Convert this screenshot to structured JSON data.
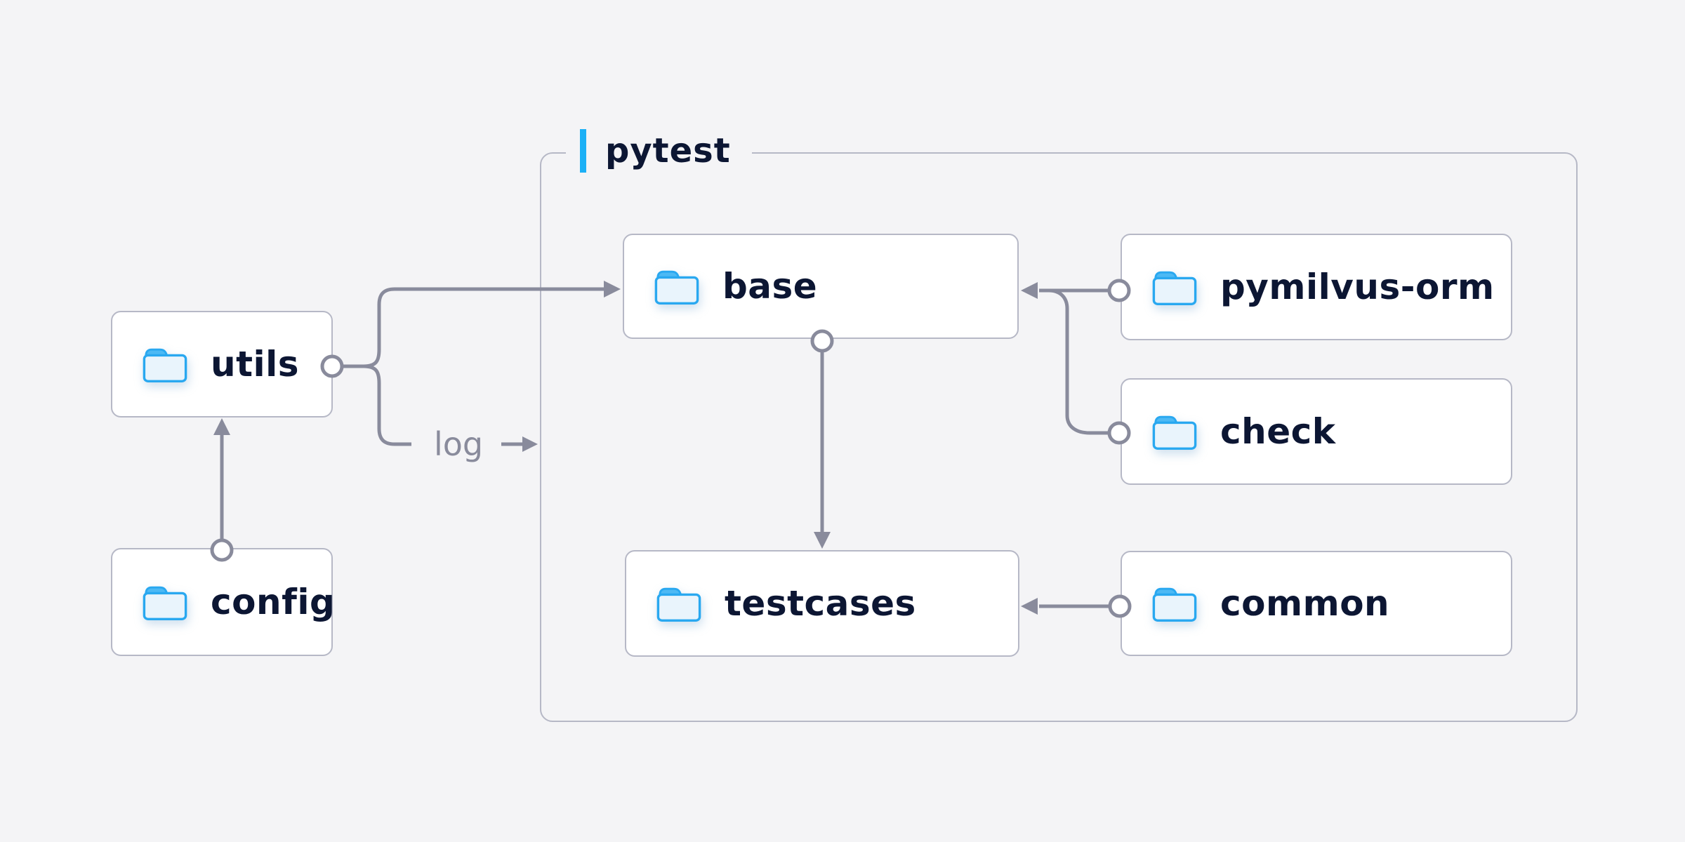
{
  "diagram": {
    "group": {
      "label": "pytest"
    },
    "nodes": [
      {
        "id": "utils",
        "label": "utils",
        "icon": "folder-icon"
      },
      {
        "id": "config",
        "label": "config",
        "icon": "folder-icon"
      },
      {
        "id": "base",
        "label": "base",
        "icon": "folder-icon"
      },
      {
        "id": "pymilvus-orm",
        "label": "pymilvus-orm",
        "icon": "folder-icon"
      },
      {
        "id": "check",
        "label": "check",
        "icon": "folder-icon"
      },
      {
        "id": "testcases",
        "label": "testcases",
        "icon": "folder-icon"
      },
      {
        "id": "common",
        "label": "common",
        "icon": "folder-icon"
      }
    ],
    "edge_label": "log",
    "edges": [
      {
        "from": "config",
        "to": "utils"
      },
      {
        "from": "utils",
        "to": "base"
      },
      {
        "from": "utils",
        "to": "pytest-group",
        "label": "log"
      },
      {
        "from": "pymilvus-orm",
        "to": "base"
      },
      {
        "from": "check",
        "to": "base"
      },
      {
        "from": "base",
        "to": "testcases"
      },
      {
        "from": "common",
        "to": "testcases"
      }
    ],
    "colors": {
      "background": "#f4f4f6",
      "node_fill": "#ffffff",
      "node_border": "#b6b8c6",
      "connector": "#898b9c",
      "label_text": "#0c1633",
      "accent_blue": "#1cb0f6",
      "folder_stroke": "#29a8f0",
      "folder_tab": "#4db9f4",
      "folder_fill": "#e9f4fc"
    }
  }
}
